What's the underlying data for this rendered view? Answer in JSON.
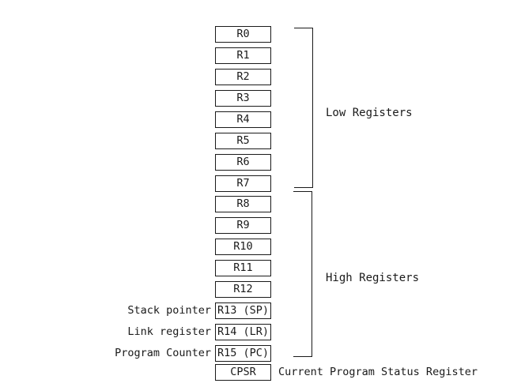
{
  "diagram": {
    "registers": [
      {
        "id": "r0",
        "box": "R0",
        "group": "low"
      },
      {
        "id": "r1",
        "box": "R1",
        "group": "low"
      },
      {
        "id": "r2",
        "box": "R2",
        "group": "low"
      },
      {
        "id": "r3",
        "box": "R3",
        "group": "low"
      },
      {
        "id": "r4",
        "box": "R4",
        "group": "low"
      },
      {
        "id": "r5",
        "box": "R5",
        "group": "low"
      },
      {
        "id": "r6",
        "box": "R6",
        "group": "low"
      },
      {
        "id": "r7",
        "box": "R7",
        "group": "low"
      },
      {
        "id": "r8",
        "box": "R8",
        "group": "high"
      },
      {
        "id": "r9",
        "box": "R9",
        "group": "high"
      },
      {
        "id": "r10",
        "box": "R10",
        "group": "high"
      },
      {
        "id": "r11",
        "box": "R11",
        "group": "high"
      },
      {
        "id": "r12",
        "box": "R12",
        "group": "high"
      },
      {
        "id": "r13",
        "box": "R13 (SP)",
        "group": "high",
        "left_label": "Stack pointer"
      },
      {
        "id": "r14",
        "box": "R14 (LR)",
        "group": "high",
        "left_label": "Link register"
      },
      {
        "id": "r15",
        "box": "R15 (PC)",
        "group": "high",
        "left_label": "Program Counter"
      },
      {
        "id": "cpsr",
        "box": "CPSR",
        "right_label": "Current Program Status Register"
      }
    ],
    "group_labels": {
      "low": "Low Registers",
      "high": "High Registers"
    },
    "colors": {
      "line": "#1a1a1a",
      "text": "#1a1a1a",
      "background": "#ffffff"
    }
  }
}
